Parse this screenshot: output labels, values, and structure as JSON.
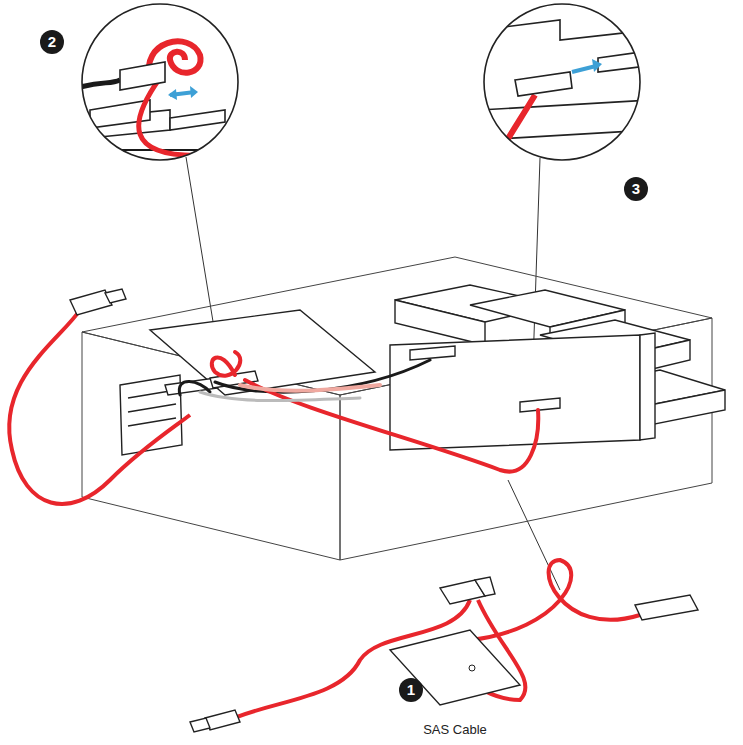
{
  "diagram": {
    "labels": [
      "2",
      "3",
      "1",
      "SAS Cable"
    ]
  }
}
